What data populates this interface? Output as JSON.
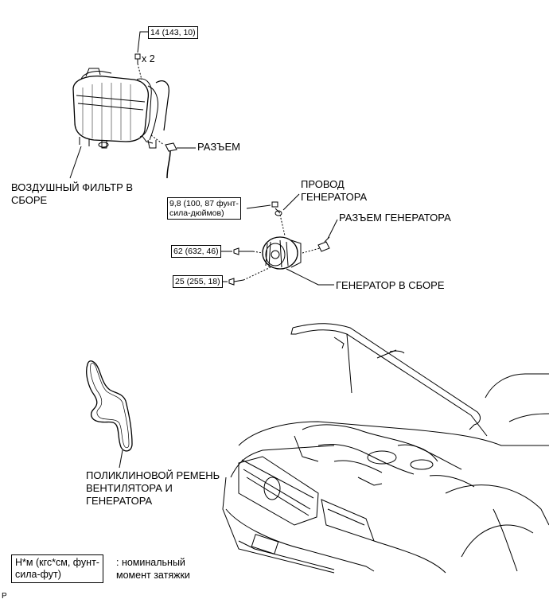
{
  "torque_labels": {
    "air_filter_bolt": "14 (143, 10)",
    "bolt_count": "x 2",
    "wire_nut": "9,8 (100, 87 фунт-\nсила-дюймов)",
    "bolt_upper": "62 (632, 46)",
    "bolt_lower": "25 (255, 18)"
  },
  "part_labels": {
    "connector": "РАЗЪЕМ",
    "air_filter_line1": "ВОЗДУШНЫЙ ФИЛЬТР В",
    "air_filter_line2": "СБОРЕ",
    "gen_wire_line1": "ПРОВОД",
    "gen_wire_line2": "ГЕНЕРАТОРА",
    "gen_connector": "РАЗЪЕМ ГЕНЕРАТОРА",
    "generator_assy": "ГЕНЕРАТОР В СБОРЕ",
    "belt_line1": "ПОЛИКЛИНОВОЙ РЕМЕНЬ",
    "belt_line2": "ВЕНТИЛЯТОРА И",
    "belt_line3": "ГЕНЕРАТОРА"
  },
  "legend": {
    "box_line1": "Н*м (кгс*см, фунт-",
    "box_line2": "сила-фут)",
    "desc_line1": ": номинальный",
    "desc_line2": "момент затяжки"
  },
  "corner_mark": "P"
}
